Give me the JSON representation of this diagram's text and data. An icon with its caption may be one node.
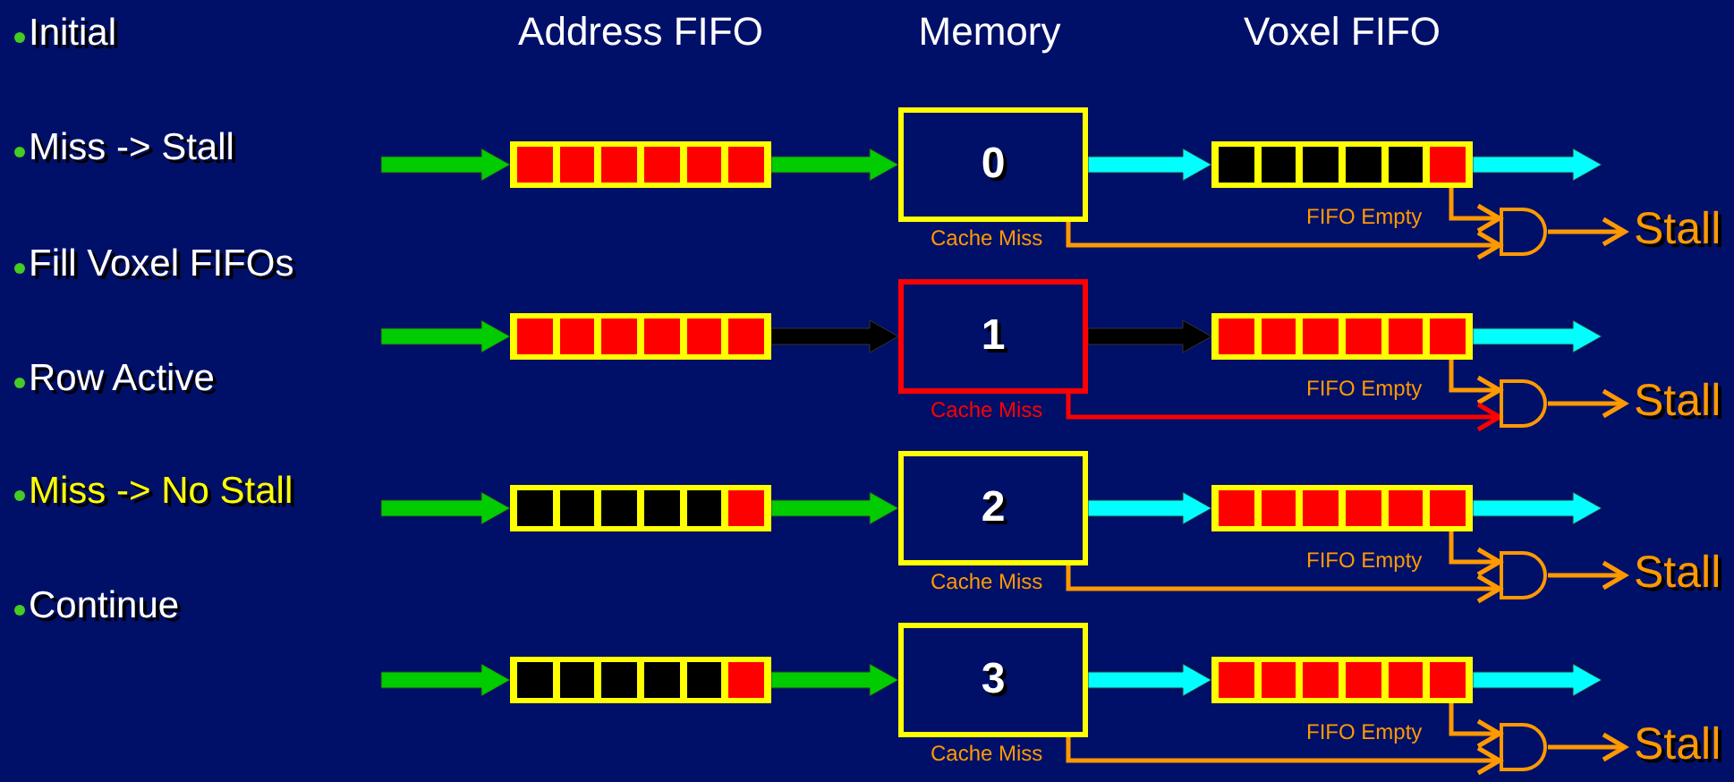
{
  "diagram": {
    "nodes": [
      {
        "text": [],
        "shape": "bar"
      },
      {
        "text": [
          "0"
        ],
        "beside": [
          "Cache Miss"
        ]
      },
      {
        "text": [],
        "shape": "bar",
        "beside": [
          "FIFO Empty"
        ]
      },
      {
        "text": [],
        "shape": "gate"
      },
      {
        "text": [
          "Stall"
        ]
      },
      {
        "text": [],
        "shape": "bar"
      },
      {
        "text": [
          "1"
        ],
        "beside": [
          "Cache Miss"
        ]
      },
      {
        "text": [],
        "shape": "bar",
        "beside": [
          "FIFO Empty"
        ]
      },
      {
        "text": [],
        "shape": "gate"
      },
      {
        "text": [
          "Stall"
        ]
      },
      {
        "text": [],
        "shape": "bar"
      },
      {
        "text": [
          "2"
        ],
        "beside": [
          "Cache Miss"
        ]
      },
      {
        "text": [],
        "shape": "bar",
        "beside": [
          "FIFO Empty"
        ]
      },
      {
        "text": [],
        "shape": "gate"
      },
      {
        "text": [
          "Stall"
        ]
      },
      {
        "text": [],
        "shape": "bar"
      },
      {
        "text": [
          "3"
        ],
        "beside": [
          "Cache Miss"
        ]
      },
      {
        "text": [],
        "shape": "bar",
        "beside": [
          "FIFO Empty"
        ]
      },
      {
        "text": [],
        "shape": "gate"
      },
      {
        "text": [
          "Stall"
        ]
      }
    ],
    "edges": [
      {
        "from": null,
        "to": 0,
        "arrow": "to",
        "style": "thick",
        "color": "#00cc00"
      },
      {
        "from": 0,
        "to": 1,
        "arrow": "to",
        "style": "thick",
        "color": "#00cc00"
      },
      {
        "from": 1,
        "to": 2,
        "arrow": "to",
        "style": "thick",
        "color": "#00ffff"
      },
      {
        "from": 2,
        "to": null,
        "arrow": "to",
        "style": "thick",
        "color": "#00ffff"
      },
      {
        "from": 2,
        "to": 3,
        "arrow": "to"
      },
      {
        "from": 1,
        "to": 3,
        "arrow": "to"
      },
      {
        "from": 3,
        "to": 4,
        "arrow": "to"
      },
      {
        "from": null,
        "to": 5,
        "arrow": "to",
        "style": "thick",
        "color": "#00cc00"
      },
      {
        "from": 5,
        "to": 6,
        "arrow": "to",
        "style": "thick",
        "color": "#000000"
      },
      {
        "from": 6,
        "to": 7,
        "arrow": "to",
        "style": "thick",
        "color": "#000000"
      },
      {
        "from": 7,
        "to": null,
        "arrow": "to",
        "style": "thick",
        "color": "#00ffff"
      },
      {
        "from": 7,
        "to": 8,
        "arrow": "to"
      },
      {
        "from": 6,
        "to": 8,
        "arrow": "to",
        "color": "#ff0000"
      },
      {
        "from": 8,
        "to": 9,
        "arrow": "to"
      },
      {
        "from": null,
        "to": 10,
        "arrow": "to",
        "style": "thick",
        "color": "#00cc00"
      },
      {
        "from": 10,
        "to": 11,
        "arrow": "to",
        "style": "thick",
        "color": "#00cc00"
      },
      {
        "from": 11,
        "to": 12,
        "arrow": "to",
        "style": "thick",
        "color": "#00ffff"
      },
      {
        "from": 12,
        "to": null,
        "arrow": "to",
        "style": "thick",
        "color": "#00ffff"
      },
      {
        "from": 12,
        "to": 13,
        "arrow": "to"
      },
      {
        "from": 11,
        "to": 13,
        "arrow": "to"
      },
      {
        "from": 13,
        "to": 14,
        "arrow": "to"
      },
      {
        "from": null,
        "to": 15,
        "arrow": "to",
        "style": "thick",
        "color": "#00cc00"
      },
      {
        "from": 15,
        "to": 16,
        "arrow": "to",
        "style": "thick",
        "color": "#00cc00"
      },
      {
        "from": 16,
        "to": 17,
        "arrow": "to",
        "style": "thick",
        "color": "#00ffff"
      },
      {
        "from": 17,
        "to": null,
        "arrow": "to",
        "style": "thick",
        "color": "#00ffff"
      },
      {
        "from": 17,
        "to": 18,
        "arrow": "to"
      },
      {
        "from": 16,
        "to": 18,
        "arrow": "to"
      },
      {
        "from": 18,
        "to": 19,
        "arrow": "to"
      }
    ],
    "labels": [
      "Initial",
      "Address FIFO",
      "Memory",
      "Voxel FIFO",
      "Miss -> Stall",
      "Fill Voxel FIFOs",
      "Row Active",
      "Miss -> No Stall",
      "Continue"
    ]
  }
}
